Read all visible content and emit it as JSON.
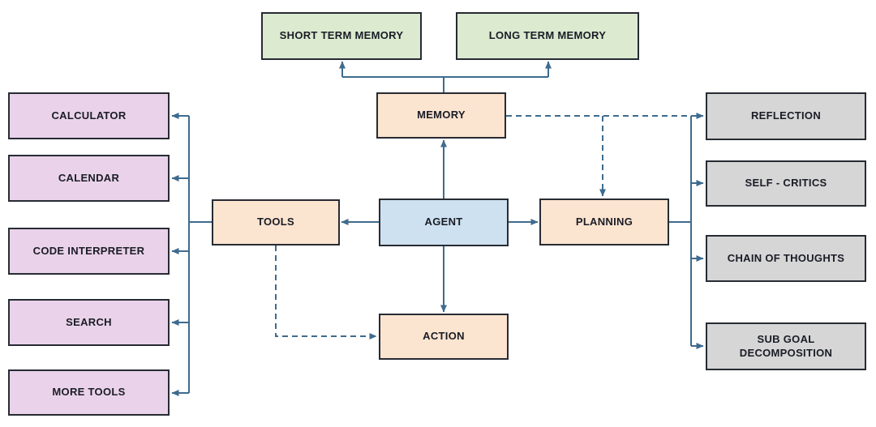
{
  "colors": {
    "bg": "#ffffff",
    "green": "#dcead0",
    "peach": "#fbe4d0",
    "blue": "#cde1f0",
    "purple": "#ead3ea",
    "gray": "#d6d6d6",
    "arrow": "#3e6b8e",
    "border": "#272b33",
    "text": "#1a1c26"
  },
  "nodes": {
    "short_term_memory": {
      "label": "SHORT TERM MEMORY",
      "color_group": "green"
    },
    "long_term_memory": {
      "label": "LONG TERM MEMORY",
      "color_group": "green"
    },
    "memory": {
      "label": "MEMORY",
      "color_group": "peach"
    },
    "agent": {
      "label": "AGENT",
      "color_group": "blue"
    },
    "tools": {
      "label": "TOOLS",
      "color_group": "peach"
    },
    "planning": {
      "label": "PLANNING",
      "color_group": "peach"
    },
    "action": {
      "label": "ACTION",
      "color_group": "peach"
    },
    "calculator": {
      "label": "CALCULATOR",
      "color_group": "purple"
    },
    "calendar": {
      "label": "CALENDAR",
      "color_group": "purple"
    },
    "code_interpreter": {
      "label": "CODE INTERPRETER",
      "color_group": "purple"
    },
    "search": {
      "label": "SEARCH",
      "color_group": "purple"
    },
    "more_tools": {
      "label": "MORE TOOLS",
      "color_group": "purple"
    },
    "reflection": {
      "label": "REFLECTION",
      "color_group": "gray"
    },
    "self_critics": {
      "label": "SELF - CRITICS",
      "color_group": "gray"
    },
    "chain_of_thoughts": {
      "label": "CHAIN OF THOUGHTS",
      "color_group": "gray"
    },
    "sub_goal_decomposition": {
      "label": "SUB GOAL DECOMPOSITION",
      "color_group": "gray"
    }
  },
  "edges": [
    {
      "from": "memory",
      "to": "short_term_memory",
      "style": "solid",
      "arrow": true
    },
    {
      "from": "memory",
      "to": "long_term_memory",
      "style": "solid",
      "arrow": true
    },
    {
      "from": "agent",
      "to": "memory",
      "style": "solid",
      "arrow": true
    },
    {
      "from": "agent",
      "to": "tools",
      "style": "solid",
      "arrow": true
    },
    {
      "from": "agent",
      "to": "planning",
      "style": "solid",
      "arrow": true
    },
    {
      "from": "agent",
      "to": "action",
      "style": "solid",
      "arrow": true
    },
    {
      "from": "tools",
      "to": "calculator",
      "style": "solid",
      "arrow": true
    },
    {
      "from": "tools",
      "to": "calendar",
      "style": "solid",
      "arrow": true
    },
    {
      "from": "tools",
      "to": "code_interpreter",
      "style": "solid",
      "arrow": true
    },
    {
      "from": "tools",
      "to": "search",
      "style": "solid",
      "arrow": true
    },
    {
      "from": "tools",
      "to": "more_tools",
      "style": "solid",
      "arrow": true
    },
    {
      "from": "planning",
      "to": "reflection",
      "style": "solid",
      "arrow": true
    },
    {
      "from": "planning",
      "to": "self_critics",
      "style": "solid",
      "arrow": true
    },
    {
      "from": "planning",
      "to": "chain_of_thoughts",
      "style": "solid",
      "arrow": true
    },
    {
      "from": "planning",
      "to": "sub_goal_decomposition",
      "style": "solid",
      "arrow": true
    },
    {
      "from": "memory",
      "to": "planning",
      "style": "dashed",
      "arrow": true
    },
    {
      "from": "memory",
      "to": "reflection",
      "style": "dashed",
      "arrow": true
    },
    {
      "from": "tools",
      "to": "action",
      "style": "dashed",
      "arrow": true
    }
  ]
}
